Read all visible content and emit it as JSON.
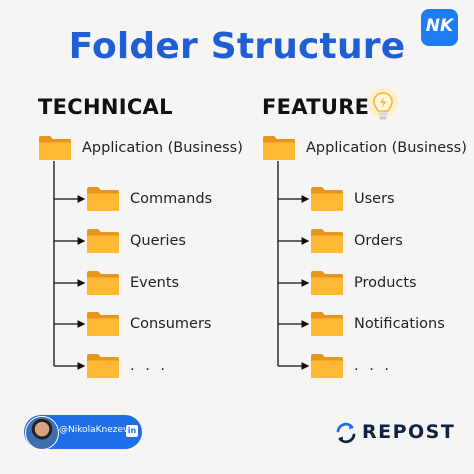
{
  "title": "Folder Structure",
  "brand": {
    "logo_text": "NK"
  },
  "technical": {
    "heading": "TECHNICAL",
    "root": "Application (Business)",
    "items": [
      "Commands",
      "Queries",
      "Events",
      "Consumers",
      ". . ."
    ]
  },
  "feature": {
    "heading": "FEATURE",
    "root": "Application (Business)",
    "items": [
      "Users",
      "Orders",
      "Products",
      "Notifications",
      ". . ."
    ]
  },
  "footer": {
    "handle": "@NikolaKnezevic",
    "linkedin": "in",
    "repost": "REPOST"
  },
  "colors": {
    "title": "#1f5fd6",
    "folder_back": "#e9961e",
    "folder_front": "#ffb833",
    "accent_blue": "#1e6ee8"
  },
  "icons": [
    "lightbulb-icon",
    "folder-icon",
    "linkedin-icon",
    "repost-icon"
  ]
}
